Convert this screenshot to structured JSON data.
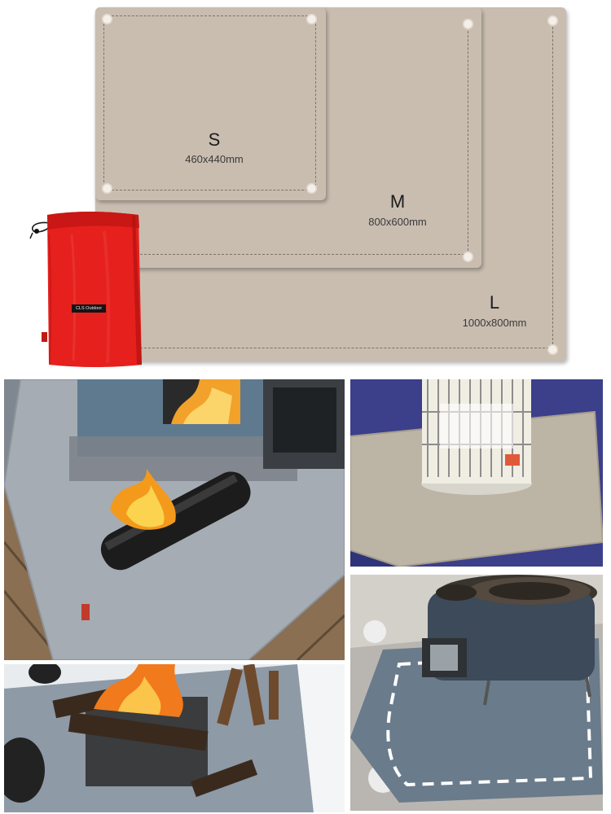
{
  "sizes": {
    "s": {
      "letter": "S",
      "dimensions": "460x440mm"
    },
    "m": {
      "letter": "M",
      "dimensions": "800x600mm"
    },
    "l": {
      "letter": "L",
      "dimensions": "1000x800mm"
    }
  },
  "bag": {
    "label": "CLS Outdoor",
    "color": "#e5201d"
  },
  "colors": {
    "mat": "#c9bdb0",
    "mat_dash": "#7d7268",
    "grommet": "#f4efe9"
  },
  "photos": [
    {
      "name": "stove-fire-on-mat-photo"
    },
    {
      "name": "kerosene-heater-on-mat-photo"
    },
    {
      "name": "cast-iron-stove-on-mat-photo"
    },
    {
      "name": "campfire-on-mat-photo"
    }
  ]
}
